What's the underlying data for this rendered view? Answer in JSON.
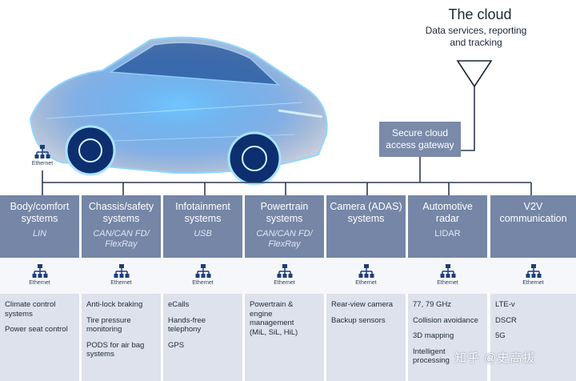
{
  "cloud": {
    "title": "The cloud",
    "subtitle": "Data services, reporting\nand tracking"
  },
  "gateway": {
    "label": "Secure cloud\naccess gateway"
  },
  "ethernet_label": "Ethernet",
  "systems": [
    {
      "name": "Body/comfort\nsystems",
      "protocol": "LIN",
      "italic": true,
      "features": [
        "Climate control\nsystems",
        "Power seat control"
      ]
    },
    {
      "name": "Chassis/safety\nsystems",
      "protocol": "CAN/CAN FD/\nFlexRay",
      "italic": true,
      "features": [
        "Anti-lock braking",
        "Tire pressure\nmonitoring",
        "PODS for air bag\nsystems"
      ]
    },
    {
      "name": "Infotainment\nsystems",
      "protocol": "USB",
      "italic": true,
      "features": [
        "eCalls",
        "Hands-free\ntelephony",
        "GPS"
      ]
    },
    {
      "name": "Powertrain\nsystems",
      "protocol": "CAN/CAN FD/\nFlexRay",
      "italic": true,
      "features": [
        "Powertrain &\nengine\nmanagement\n(MiL, SiL, HiL)"
      ]
    },
    {
      "name": "Camera (ADAS)\nsystems",
      "protocol": "",
      "italic": false,
      "features": [
        "Rear-view camera",
        "Backup sensors"
      ]
    },
    {
      "name": "Automotive\nradar",
      "protocol": "LIDAR",
      "italic": false,
      "features": [
        "77, 79 GHz",
        "Collision avoidance",
        "3D mapping",
        "Intelligent\nprocessing"
      ]
    },
    {
      "name": "V2V\ncommunication",
      "protocol": "",
      "italic": false,
      "features": [
        "LTE-v",
        "DSCR",
        "5G"
      ]
    }
  ],
  "watermark": "知乎 @史高拔",
  "colors": {
    "box": "#7586a6",
    "feature_bg": "#dde2ec",
    "car_glow": "#2f8fe6",
    "icon": "#1e3e78"
  }
}
